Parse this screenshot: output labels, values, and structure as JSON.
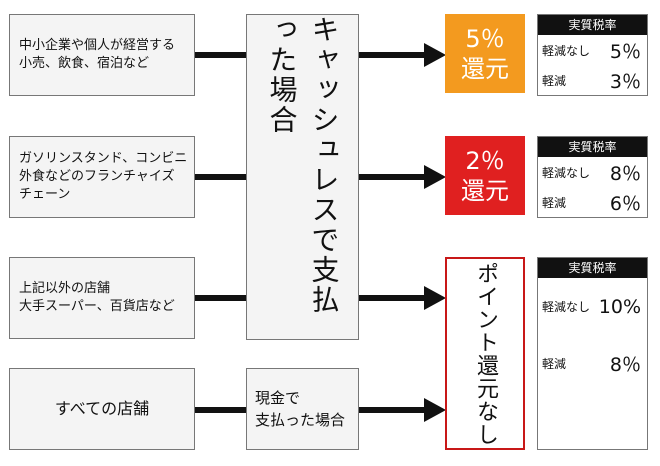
{
  "sources": [
    {
      "text": "中小企業や個人が経営する\n小売、飲食、宿泊など"
    },
    {
      "text": "ガソリンスタンド、コンビニ\n外食などのフランチャイズ\nチェーン"
    },
    {
      "text": "上記以外の店舗\n大手スーパー、百貨店など"
    },
    {
      "text": "すべての店舗"
    }
  ],
  "payment": {
    "cashless": "キャッシュレスで支払った場合",
    "cash": "現金で\n支払った場合"
  },
  "rewards": [
    {
      "line1": "5％",
      "line2": "還元",
      "color": "#f39a1f"
    },
    {
      "line1": "2％",
      "line2": "還元",
      "color": "#e02020"
    },
    {
      "text": "ポイント還元なし",
      "border_color": "#c81818"
    }
  ],
  "rates": [
    {
      "header": "実質税率",
      "rows": [
        {
          "label": "軽減なし",
          "value": "5％"
        },
        {
          "label": "軽減",
          "value": "3％"
        }
      ]
    },
    {
      "header": "実質税率",
      "rows": [
        {
          "label": "軽減なし",
          "value": "8％"
        },
        {
          "label": "軽減",
          "value": "6％"
        }
      ]
    },
    {
      "header": "実質税率",
      "rows": [
        {
          "label": "軽減なし",
          "value": "10%"
        },
        {
          "label": "軽減",
          "value": "8％"
        }
      ]
    }
  ]
}
